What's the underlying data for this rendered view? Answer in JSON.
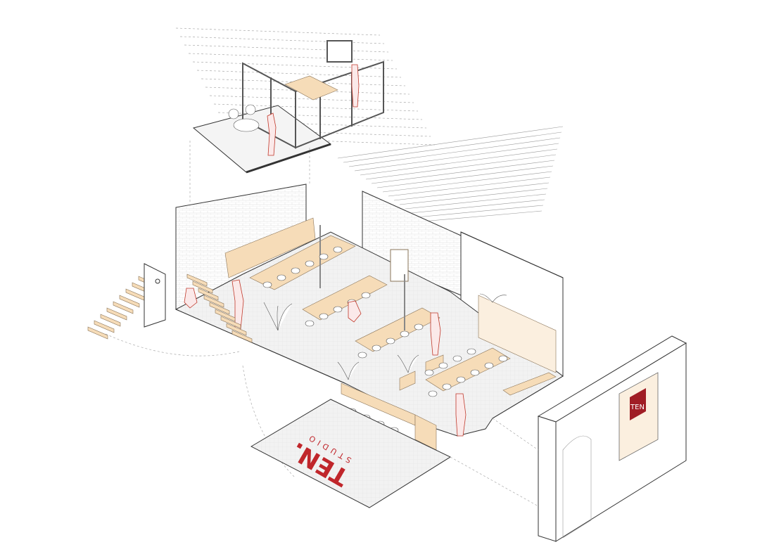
{
  "floor_logo": {
    "name": "TEN.",
    "subtitle": "STUDIO"
  },
  "facade_sign": {
    "text": "TEN"
  },
  "colors": {
    "accent": "#c0262b",
    "wood": "#f6dcb8",
    "floor": "#ececec",
    "line": "#333333"
  }
}
